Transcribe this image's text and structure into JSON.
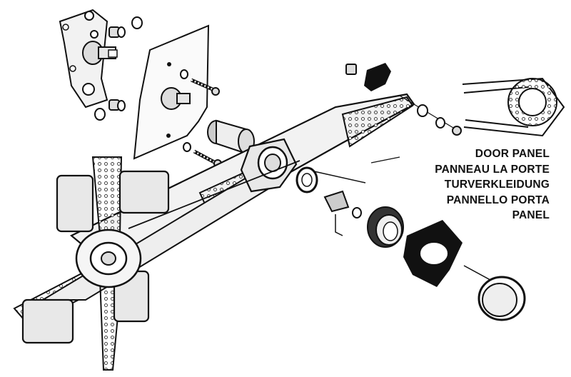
{
  "callout": {
    "lines": [
      "DOOR PANEL",
      "PANNEAU LA PORTE",
      "TURVERKLEIDUNG",
      "PANNELLO PORTA",
      "PANEL"
    ]
  },
  "colors": {
    "ink": "#111111",
    "fill_light": "#e8e8e8",
    "fill_mid": "#cfcfcf",
    "paper": "#ffffff"
  }
}
